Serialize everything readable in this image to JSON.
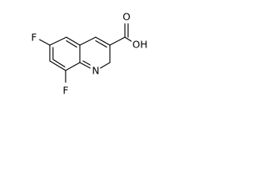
{
  "molecule": {
    "atoms": {
      "fluorine_top": "F",
      "fluorine_bottom": "F",
      "nitrogen": "N",
      "carbonyl_oxygen": "O",
      "hydroxyl": "OH"
    },
    "bond_color": "#000000",
    "label_color": "#000000",
    "background": "#ffffff"
  }
}
